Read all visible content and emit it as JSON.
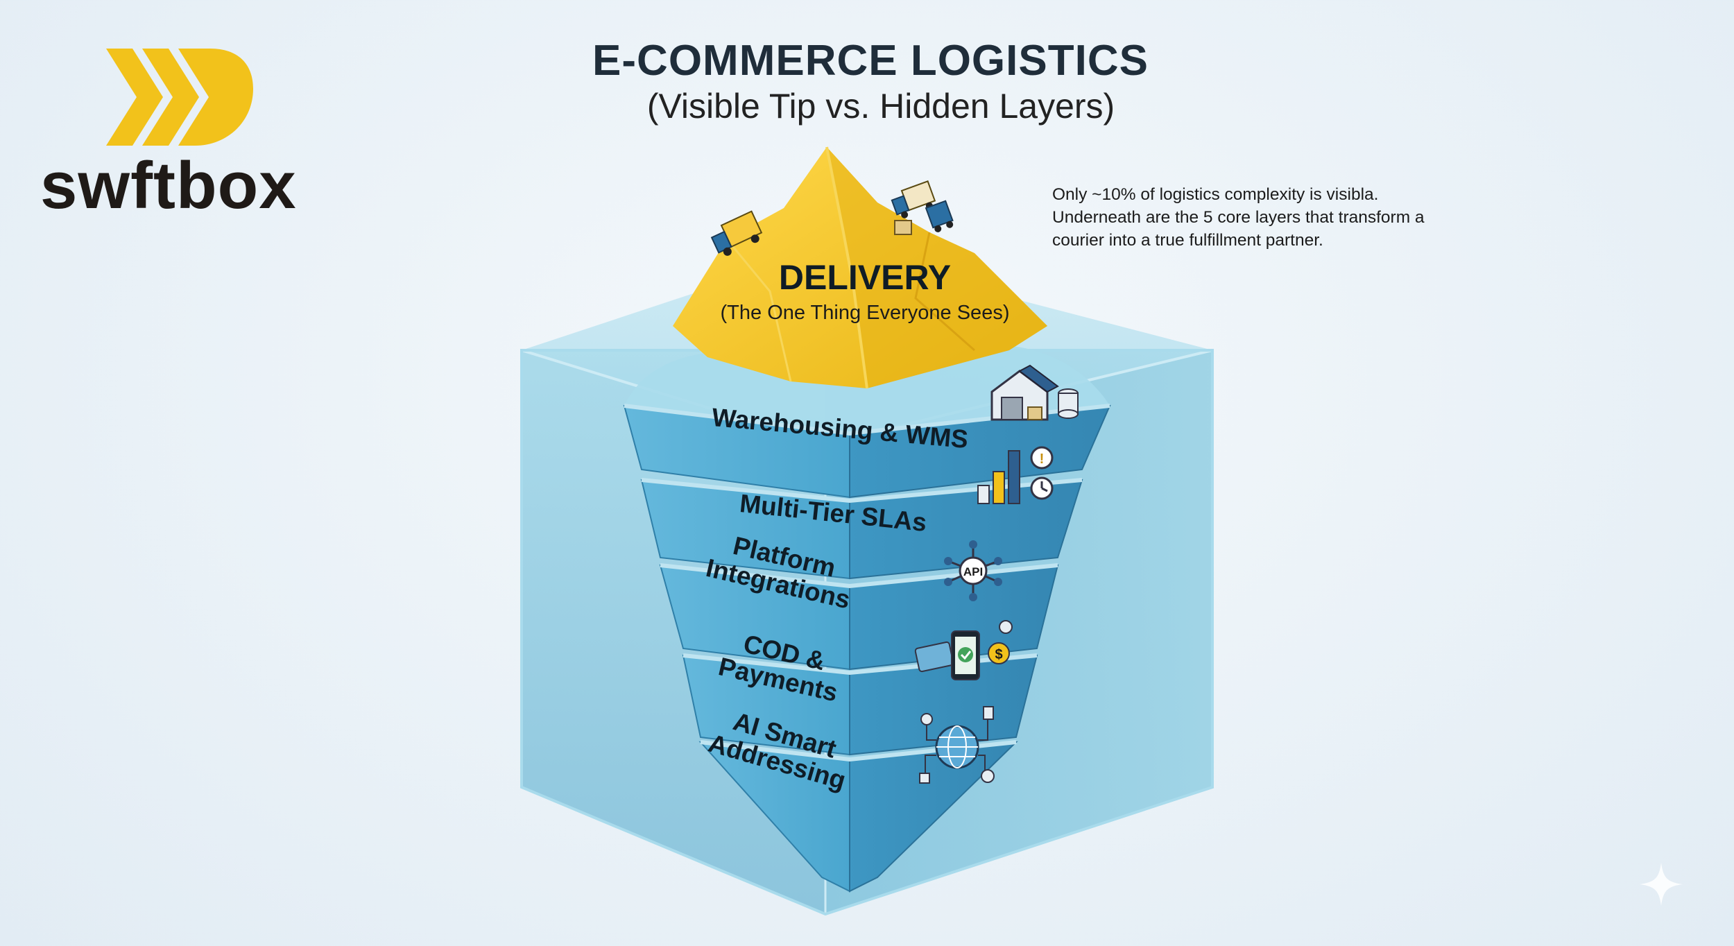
{
  "brand": {
    "name": "swftbox",
    "color": "#f2c21b"
  },
  "header": {
    "title": "E-COMMERCE LOGISTICS",
    "subtitle": "(Visible Tip vs. Hidden Layers)"
  },
  "note": {
    "text": "Only ~10% of logistics complexity is visibla. Underneath are the 5 core layers that transform a courier into a true fulfillment partner."
  },
  "tip": {
    "title": "DELIVERY",
    "subtitle": "(The One Thing Everyone Sees)",
    "color": "#f2c21b",
    "icons": [
      "delivery-truck-icon",
      "delivery-truck-icon",
      "delivery-truck-icon"
    ]
  },
  "layers": [
    {
      "lines": [
        "Warehousing & WMS"
      ],
      "icon": "warehouse-icon"
    },
    {
      "lines": [
        "Multi-Tier SLAs"
      ],
      "icon": "bar-chart-clock-icon"
    },
    {
      "lines": [
        "Platform",
        "Integrations"
      ],
      "icon": "api-network-icon",
      "icon_text": "API"
    },
    {
      "lines": [
        "COD &",
        "Payments"
      ],
      "icon": "mobile-payment-icon",
      "icon_text": "$"
    },
    {
      "lines": [
        "AI Smart",
        "Addressing"
      ],
      "icon": "globe-network-icon"
    }
  ],
  "colors": {
    "water": "#8fcbe0",
    "layer": "#4ea9d0",
    "layer_dark": "#3b8db6",
    "ink": "#0f1c26"
  }
}
